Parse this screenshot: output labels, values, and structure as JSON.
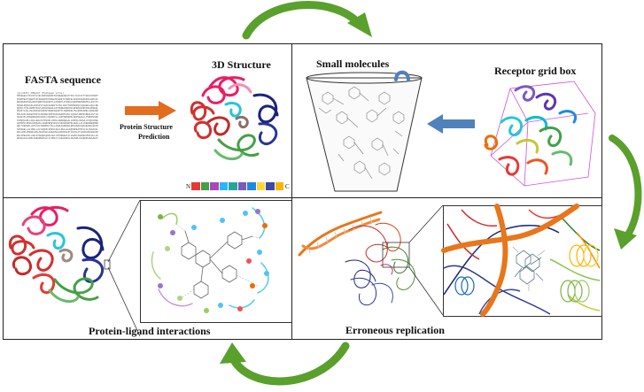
{
  "labels": {
    "fasta": "FASTA sequence",
    "structure3d": "3D Structure",
    "prediction_line1": "Protein Structure",
    "prediction_line2": "Prediction",
    "small_molecules": "Small molecules",
    "receptor_grid": "Receptor grid box",
    "protein_ligand": "Protein-ligand interactions",
    "erroneous": "Erroneous replication"
  },
  "fasta_lines": [
    ">gi|2345| FMSgmV7 [Pathogen virus]",
    "MSKGEELFTGVVPILVELDGDVNGHKFSVSGEGEGDATYGKLTLKFICTTGKLPVPWPTLVTTLTYGVQCFSRYPDHMKQHDFF",
    "KSAMPEGYVQERTIFFKDDGNYKTRAEVKFEGDTLVNRIELKGIDFKEDGNILGHKLEYNYNSHNVYIMADKQKNGIKVNFKI",
    "RHNIEDGSVQLADHYQQNTPIGDGPVLLPDNHYLSTQSALSKDPNEKRDHMVLLEFVTAAGITHGMDELYKGSLQARSTVAG",
    "MAAWLRQIEASLAKPGDTVLEAFGGSRFTLPNLIVEYTRAMDGKQVLQGAEELAQLLRENKFTVEVRPSGELAGQIDASLAR",
    "QGNVLYFDLHGRSTDAVLRAAGKGEHLAITPGQEVRWFRVLEPEDGSARVKSFAPEEQLVAAQEALRLGAEEVQLVGVSQGH",
    "PHGSTLSALVEAIRASGVKNVWYRQDFGEGRYVLSQRPENLTELQKRAARELLQNGAWDDRLVAHLIDGRVAEAVSHPLVA",
    "DSLAAKLAGGEVFRGTLAEAGEFARSIASAVEGRTHHVLLQASVLDNPEVREALRLTLDKGVRIDAVLTGSRPLLNNAAHQL",
    "VEAGVKLVRAHRGEARLHAKFLIADDRVLLLGSPNWSQRSLQDNVEAGLLVSDPRVAGRLRETFQRDWELGAPLNLQAKPVE",
    "TRPQQLGRLLAQLLEELPGTPGADLLRRLLAWDRQHAALLDSPALVEAWLLPVQAVRGELLRALEEGKEAWAGLDNLAQAL",
    "GAPEDVLRDWLLRQAAALLHARPEDEVWLDLVRAHAGDPRLAEALLALVGEEDEEQRRWLLRLAEEAGLDLATVAARLLEK",
    "QQLTAEDQALLRTLAALVRDRPETTALLAGWLGGDEDELRRLAQAIGQAAEAGDLEAVRALAELPEEARGVLAELIALARR",
    "ASSAEELLALVRELLALVGQGSLSPEVLGELLRELLELEQSSPEATRIVLALIEAAAALRGGEETARALLELLAERAPEIA",
    "RALLRSLRSEEELRALSEAAAGLGAEAVEALRARGSLRTLEDILATLEARLREVEEAAREGTGEALTEALIALAHEMLARR",
    "EELAPEALRLLAELGVAEQDLQRALAELLRTGDEEALALLERALAGGDEAVRALRLLLEAAEALRDPELSERLVEALLAAH",
    "GDAEALHLAARLAAEGRHEAALLVLDRALTLAGGDAEVLAEVGRLLEAQGRLEEAAEAYERALRLRPDDPEALRGLGRVLA"
  ],
  "color_bar": {
    "n_label": "N",
    "c_label": "C",
    "segments": [
      "#e53935",
      "#43a047",
      "#ab47bc",
      "#29b6f6",
      "#26a69a",
      "#7e57c2",
      "#1e88e5",
      "#fdd835",
      "#3949ab",
      "#ffb300"
    ]
  },
  "colors": {
    "flow_arrow": "#5aa02c",
    "prediction_arrow": "#e36c1e",
    "blue_arrow": "#4f81bd",
    "grid_box": "#d24fd2",
    "dna": "#e8761b"
  }
}
